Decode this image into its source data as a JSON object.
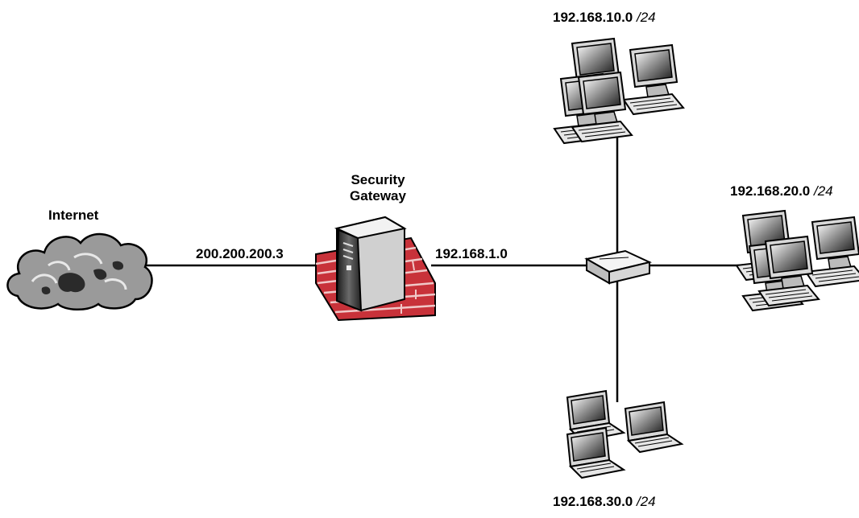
{
  "internet": {
    "label": "Internet",
    "icon": "cloud-icon"
  },
  "gateway": {
    "label_line1": "Security",
    "label_line2": "Gateway",
    "icon": "firewall-server-icon"
  },
  "links": {
    "wan_address": "200.200.200.3",
    "lan_address": "192.168.1.0"
  },
  "switch": {
    "icon": "network-switch-icon"
  },
  "subnets": [
    {
      "network": "192.168.10.0",
      "mask": "/24",
      "icon": "desktop-computers-icon"
    },
    {
      "network": "192.168.20.0",
      "mask": "/24",
      "icon": "desktop-computers-icon"
    },
    {
      "network": "192.168.30.0",
      "mask": "/24",
      "icon": "laptop-computers-icon"
    }
  ],
  "colors": {
    "line": "#000000",
    "brick": "#c8323a",
    "cloud": "#9a9a9a"
  }
}
